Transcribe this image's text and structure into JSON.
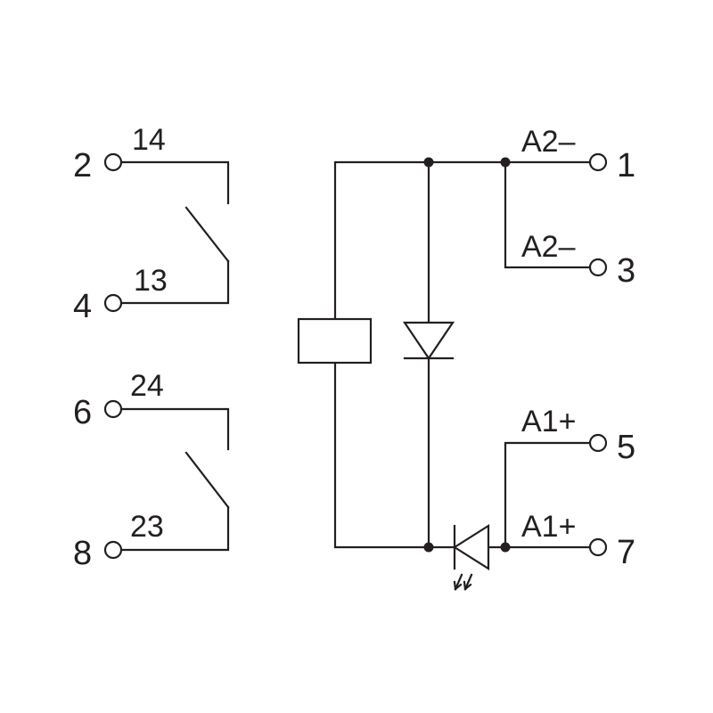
{
  "colors": {
    "line": "#231f20",
    "background": "#ffffff"
  },
  "left_contacts": [
    {
      "pin": "2",
      "label": "14"
    },
    {
      "pin": "4",
      "label": "13"
    },
    {
      "pin": "6",
      "label": "24"
    },
    {
      "pin": "8",
      "label": "23"
    }
  ],
  "right_terminals": [
    {
      "label": "A2–",
      "pin": "1"
    },
    {
      "label": "A2–",
      "pin": "3"
    },
    {
      "label": "A1+",
      "pin": "5"
    },
    {
      "label": "A1+",
      "pin": "7"
    }
  ],
  "symbols": {
    "coil": "relay-coil",
    "diode": "freewheeling-diode",
    "led": "indicator-led"
  }
}
